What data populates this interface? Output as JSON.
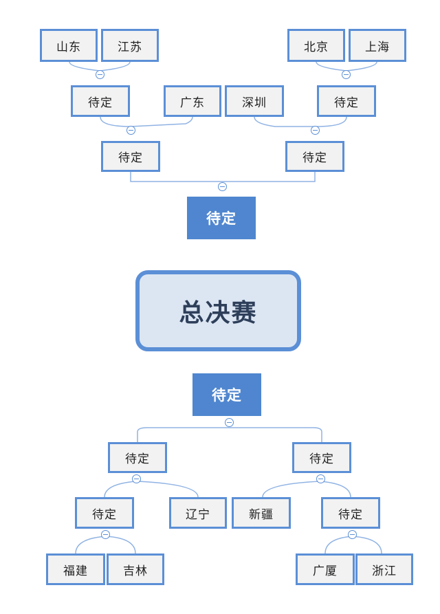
{
  "final": {
    "label": "总决赛"
  },
  "top": {
    "nodes": {
      "shandong": "山东",
      "jiangsu": "江苏",
      "beijing": "北京",
      "shanghai": "上海",
      "tbd_l2": "待定",
      "guangdong": "广东",
      "shenzhen": "深圳",
      "tbd_r2": "待定",
      "tbd_l3": "待定",
      "tbd_r3": "待定",
      "winner": "待定"
    }
  },
  "bottom": {
    "nodes": {
      "winner": "待定",
      "tbd_l1": "待定",
      "tbd_r1": "待定",
      "tbd_l2": "待定",
      "liaoning": "辽宁",
      "xinjiang": "新疆",
      "tbd_r2": "待定",
      "fujian": "福建",
      "jilin": "吉林",
      "guangsha": "广厦",
      "zhejiang": "浙江"
    }
  }
}
